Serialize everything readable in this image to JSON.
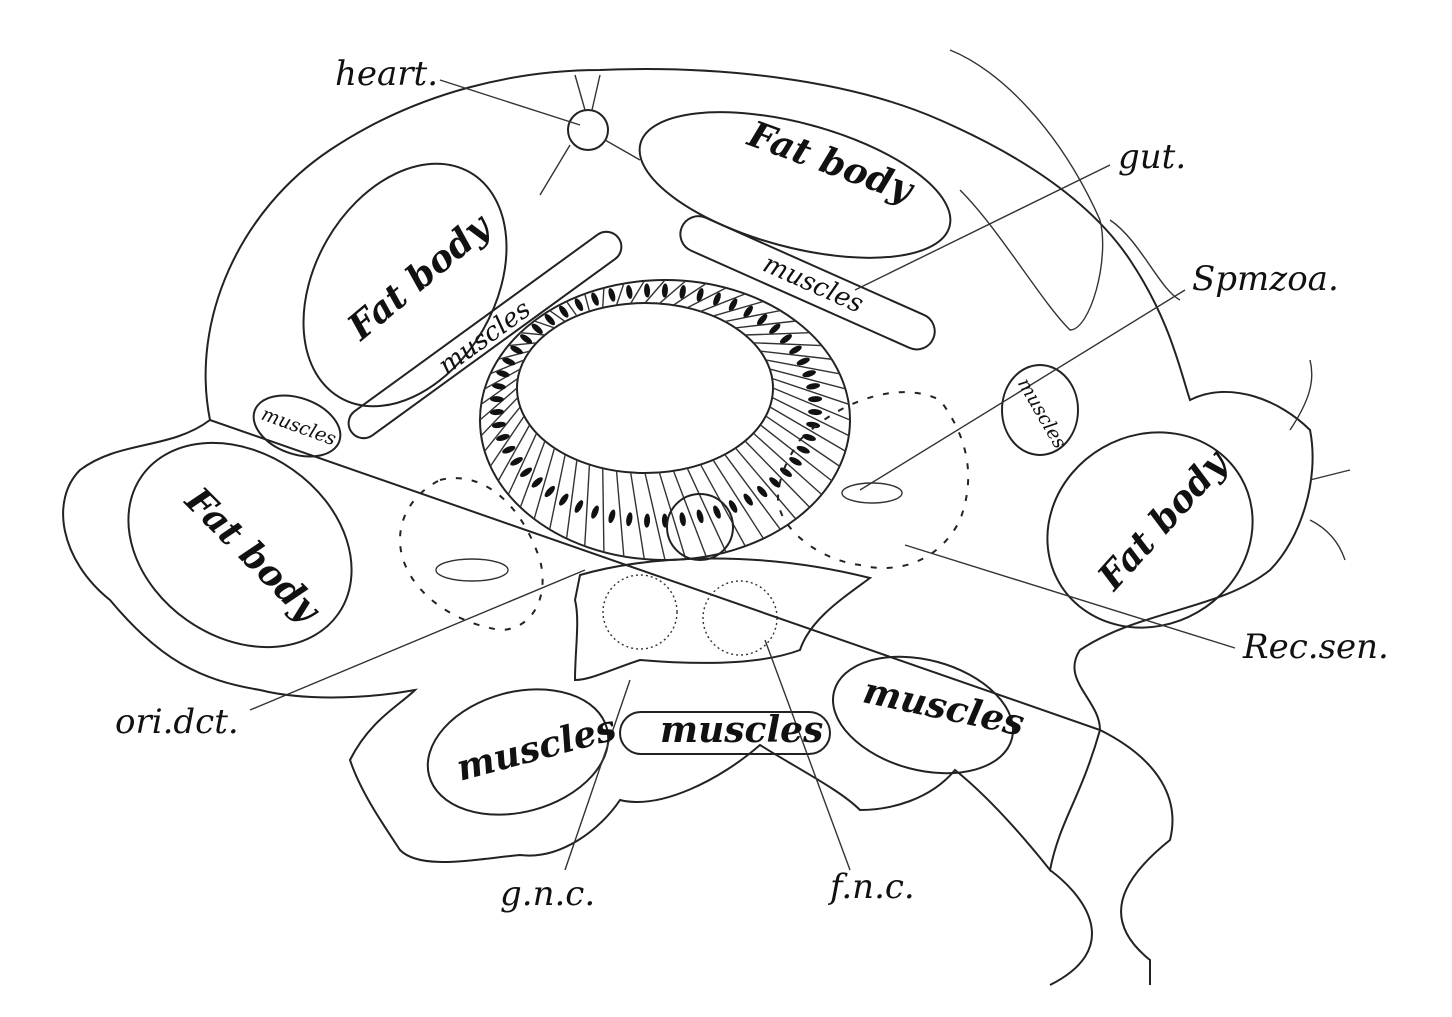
{
  "labels": {
    "heart": "heart.",
    "gut": "gut.",
    "spmzoa": "Spmzoa.",
    "rec_sen": "Rec.sen.",
    "ori_dct": "ori.dct.",
    "gnc": "g.n.c.",
    "fnc": "f.n.c."
  },
  "regions": {
    "fat_body": "Fat body",
    "muscles": "muscles"
  }
}
